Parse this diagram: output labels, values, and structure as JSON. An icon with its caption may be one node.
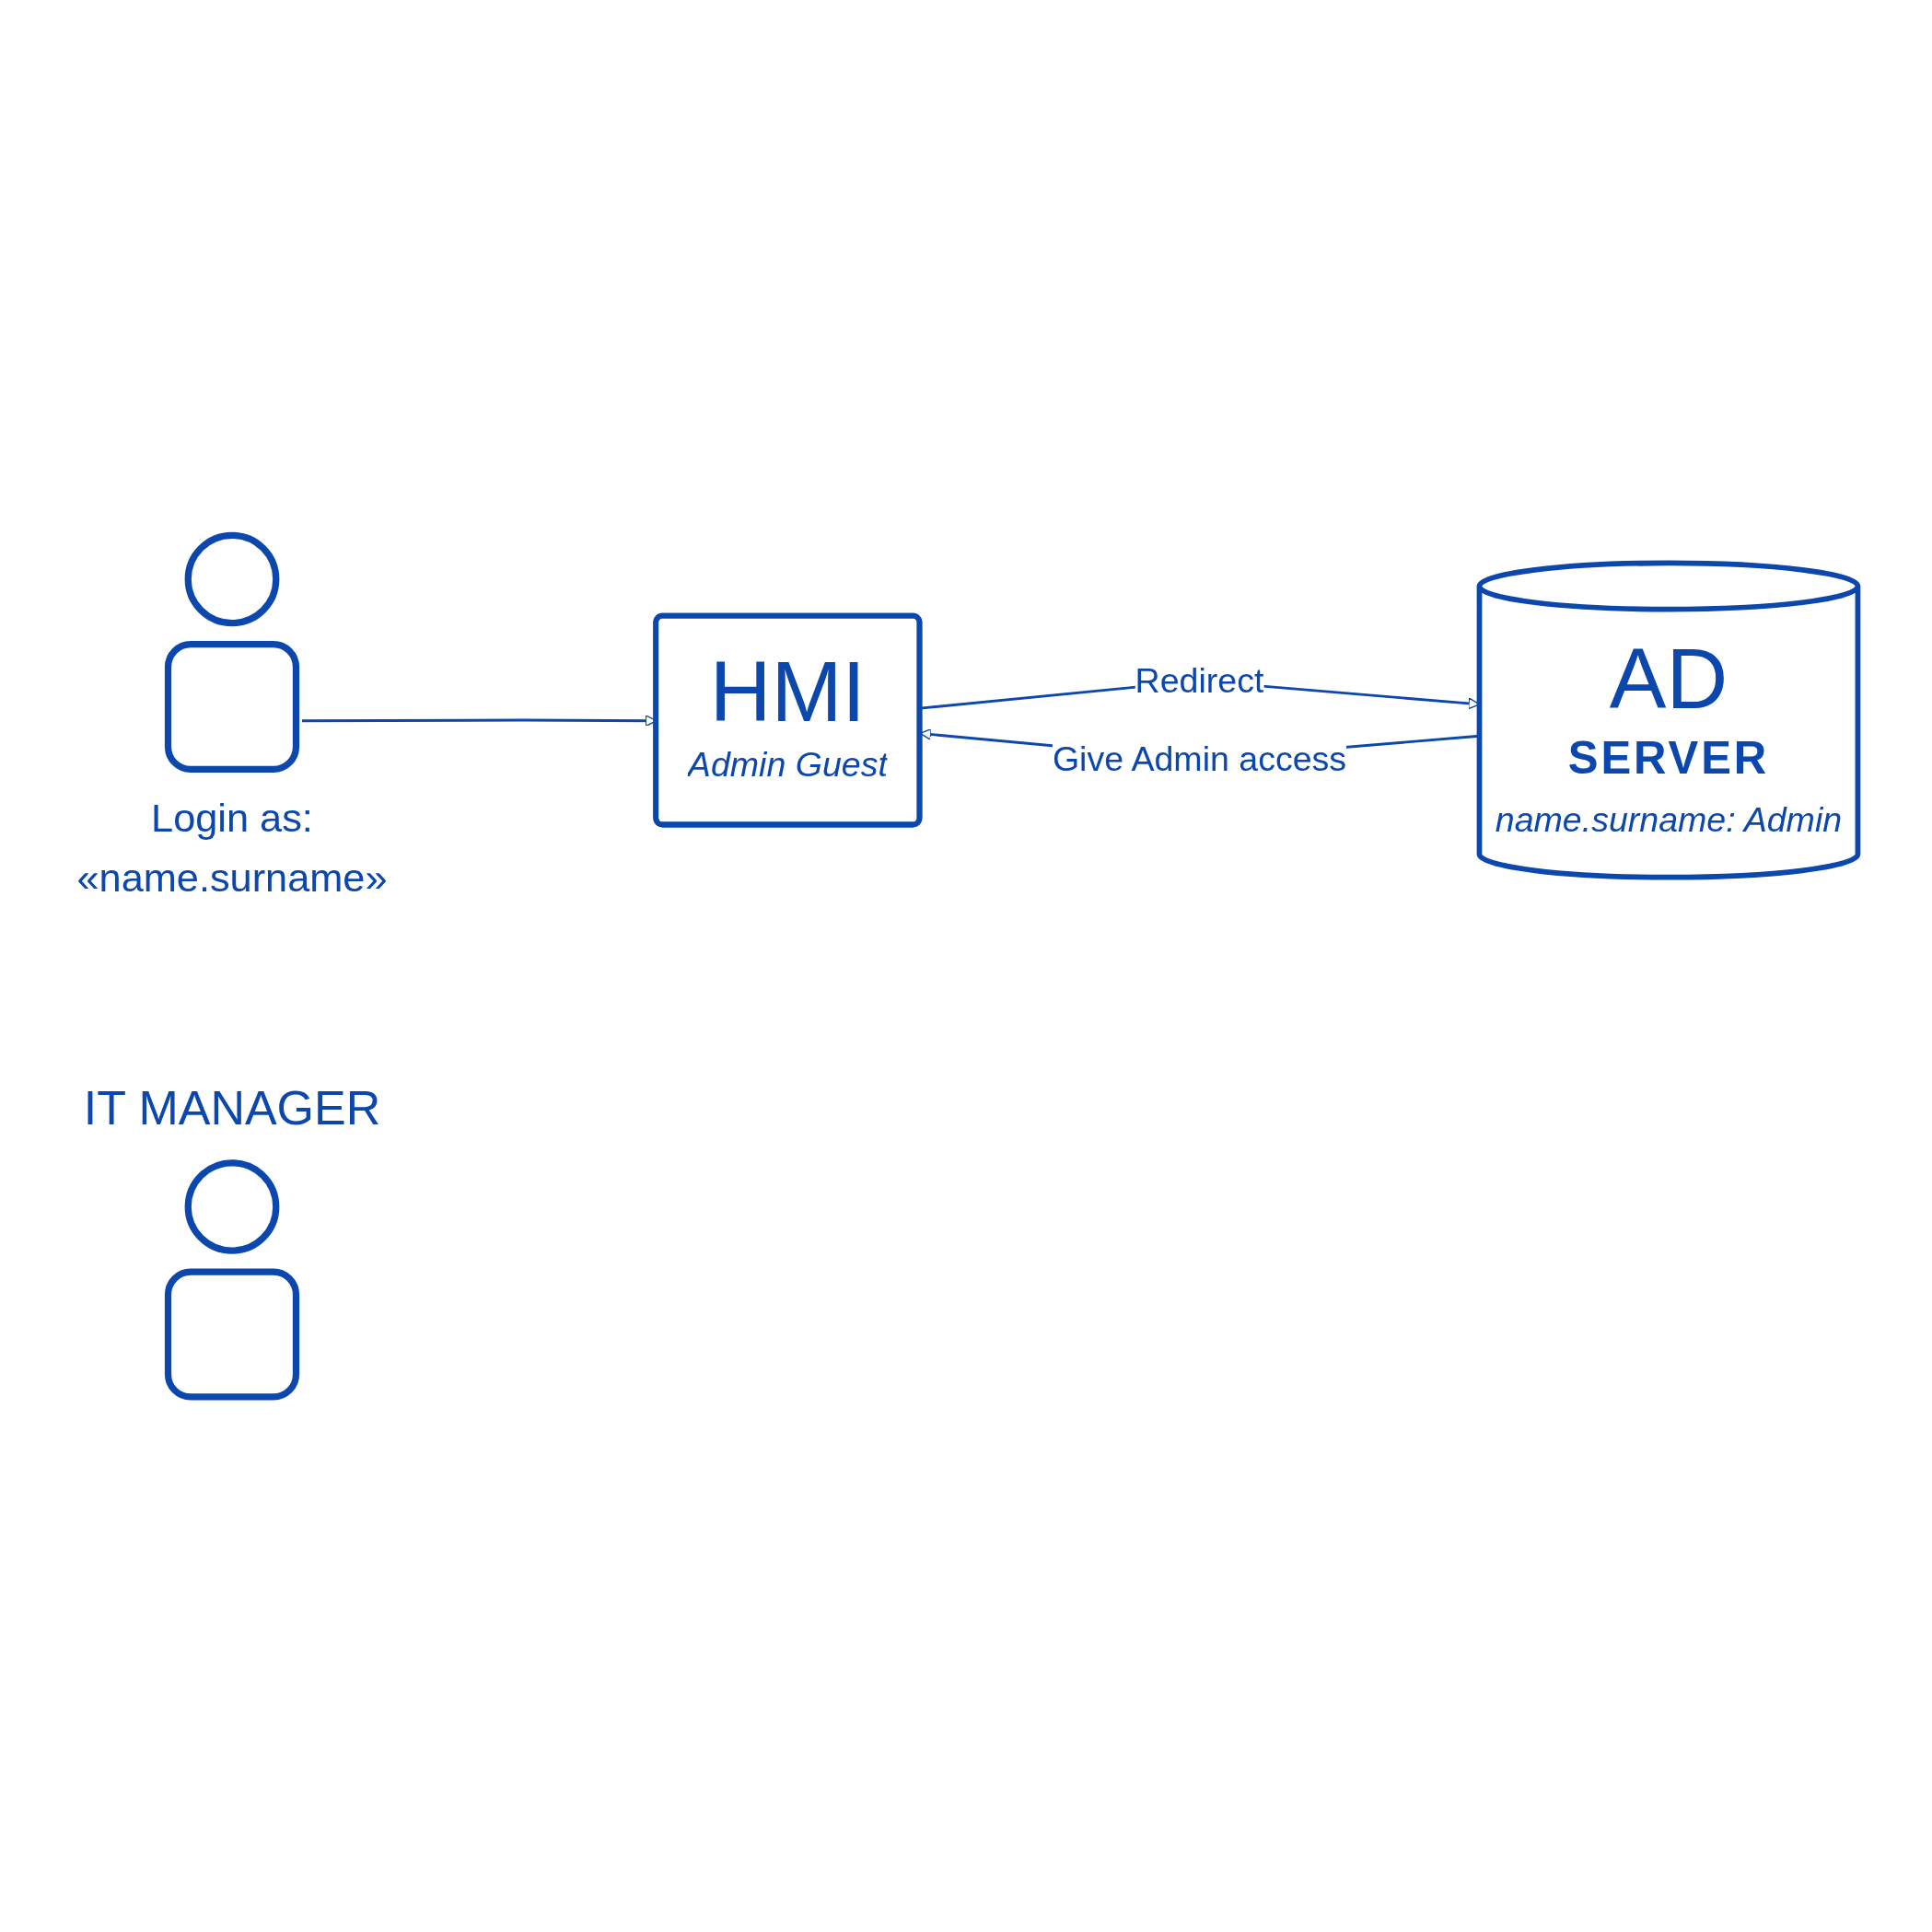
{
  "diagram": {
    "nodes": [
      {
        "text": [
          "Login as:",
          "«name.surname»"
        ]
      },
      {
        "text": [
          "HMI",
          "Admin Guest"
        ]
      },
      {
        "text": [
          "AD",
          "SERVER",
          "name.surname: Admin"
        ]
      },
      {
        "text": [
          "IT MANAGER"
        ]
      }
    ],
    "edges": [
      {
        "from": 0,
        "to": 1,
        "arrow": "to"
      },
      {
        "from": 1,
        "to": 2,
        "label": "Redirect",
        "arrow": "to"
      },
      {
        "from": 2,
        "to": 1,
        "label": "Give Admin access",
        "arrow": "to"
      }
    ]
  }
}
